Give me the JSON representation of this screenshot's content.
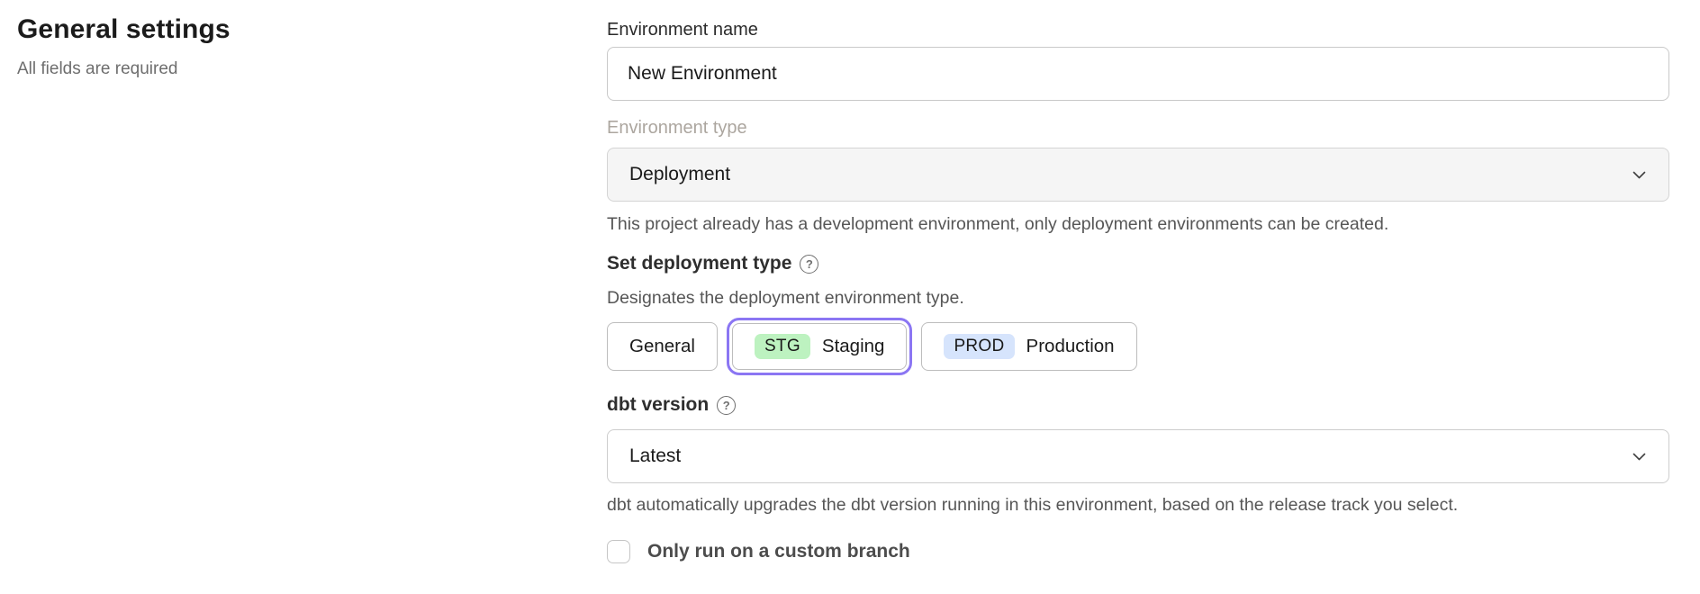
{
  "page": {
    "heading": "General settings",
    "subheading": "All fields are required"
  },
  "form": {
    "environment_name": {
      "label": "Environment name",
      "value": "New Environment"
    },
    "environment_type": {
      "label": "Environment type",
      "value": "Deployment",
      "disabled": true,
      "helper": "This project already has a development environment, only deployment environments can be created."
    },
    "deployment_type": {
      "label": "Set deployment type",
      "helper": "Designates the deployment environment type.",
      "options": [
        {
          "label": "General",
          "badge": "",
          "selected": false
        },
        {
          "label": "Staging",
          "badge": "STG",
          "badge_color": "#bdf2c0",
          "selected": true
        },
        {
          "label": "Production",
          "badge": "PROD",
          "badge_color": "#d6e4fc",
          "selected": false
        }
      ]
    },
    "dbt_version": {
      "label": "dbt version",
      "value": "Latest",
      "helper": "dbt automatically upgrades the dbt version running in this environment, based on the release track you select."
    },
    "custom_branch": {
      "label": "Only run on a custom branch",
      "checked": false
    }
  },
  "colors": {
    "accent_ring": "#8b76f3",
    "staging_badge": "#bdf2c0",
    "production_badge": "#d6e4fc",
    "disabled_field_bg": "#f5f5f5"
  }
}
